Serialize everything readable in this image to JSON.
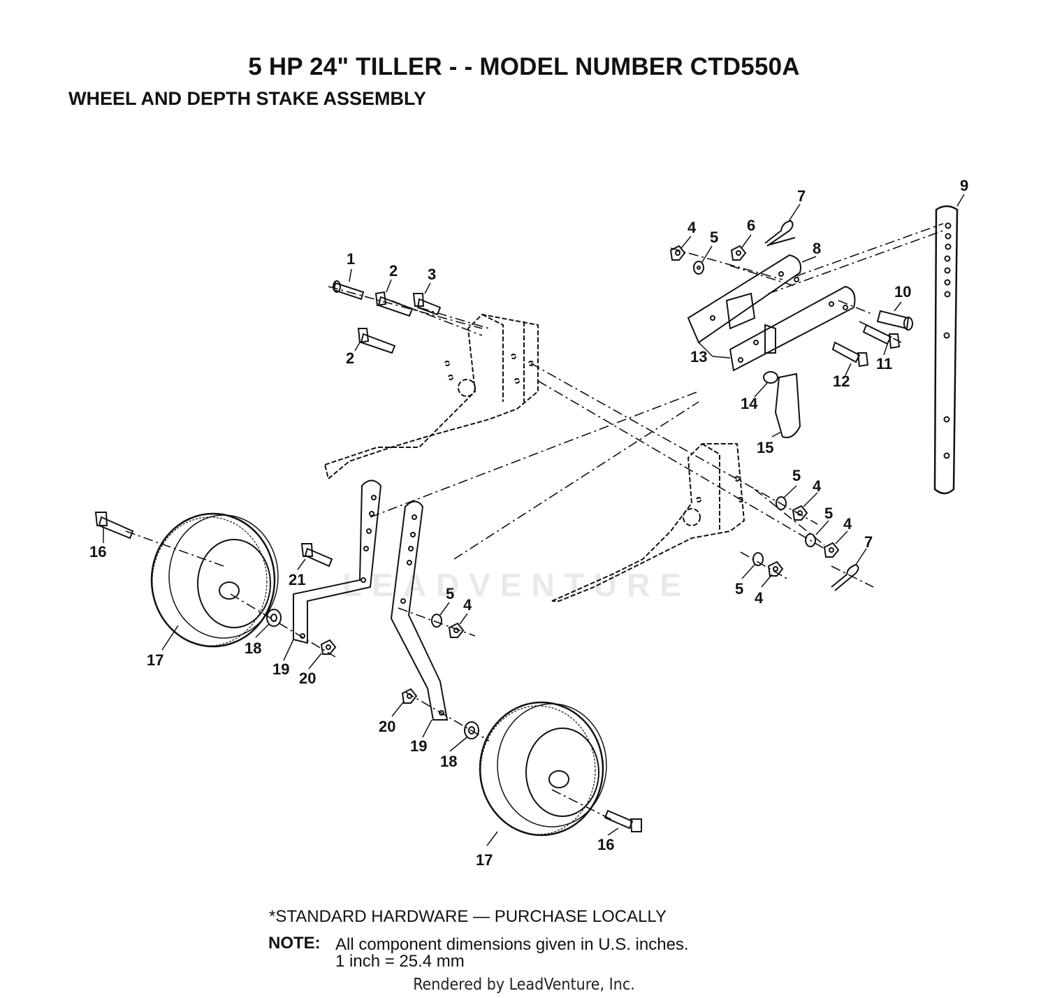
{
  "title": "5 HP 24\" TILLER - - MODEL NUMBER CTD550A",
  "subtitle": "WHEEL AND DEPTH STAKE ASSEMBLY",
  "callouts": {
    "c1": "1",
    "c2a": "2",
    "c2b": "2",
    "c3": "3",
    "c4a": "4",
    "c4b": "4",
    "c4c": "4",
    "c4d": "4",
    "c4e": "4",
    "c5a": "5",
    "c5b": "5",
    "c5c": "5",
    "c5d": "5",
    "c5e": "5",
    "c6": "6",
    "c7a": "7",
    "c7b": "7",
    "c8": "8",
    "c9": "9",
    "c10": "10",
    "c11": "11",
    "c12": "12",
    "c13": "13",
    "c14": "14",
    "c15": "15",
    "c16a": "16",
    "c16b": "16",
    "c17a": "17",
    "c17b": "17",
    "c18a": "18",
    "c18b": "18",
    "c19a": "19",
    "c19b": "19",
    "c20a": "20",
    "c20b": "20",
    "c21": "21"
  },
  "footer": {
    "hardware": "*STANDARD HARDWARE — PURCHASE LOCALLY",
    "note_label": "NOTE:",
    "note_text": "All component dimensions given in U.S. inches.",
    "note_conversion": "1 inch = 25.4 mm"
  },
  "rendered_by": "Rendered by LeadVenture, Inc.",
  "watermark": "LEADVENTURE"
}
